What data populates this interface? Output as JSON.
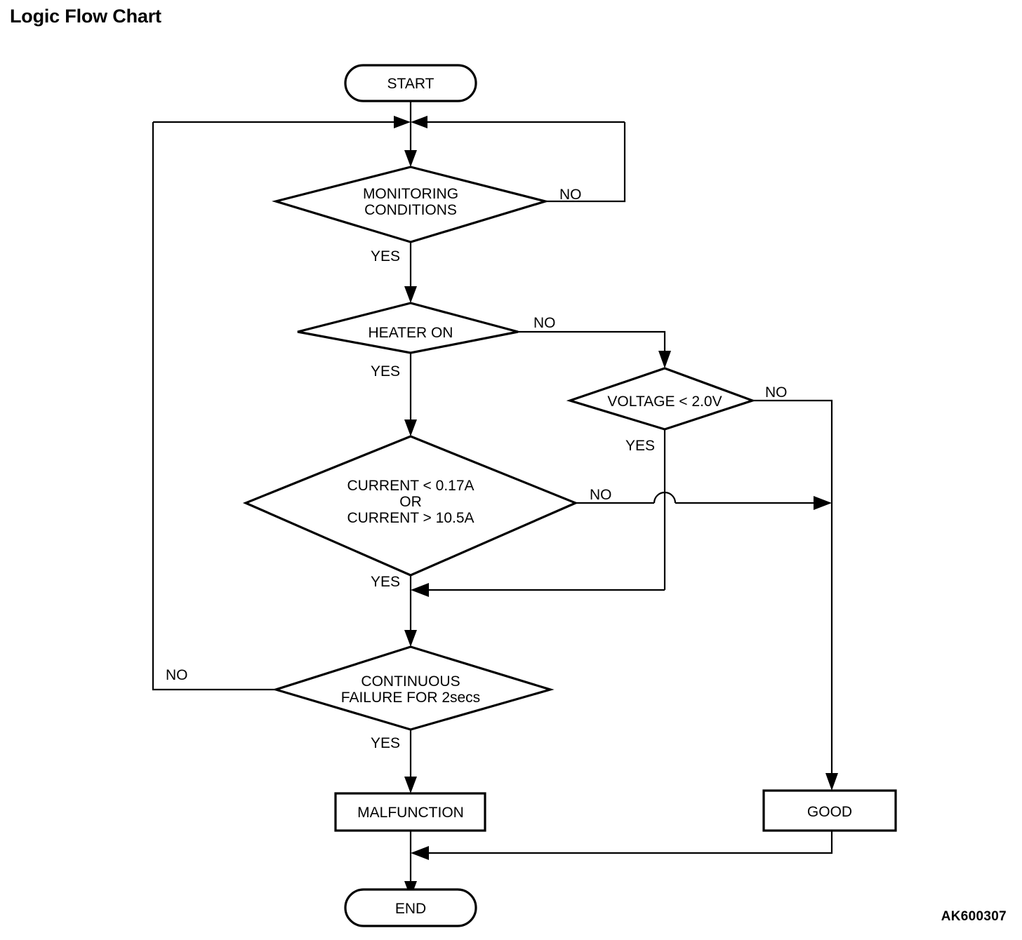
{
  "page": {
    "title": "Logic Flow Chart",
    "reference_code": "AK600307"
  },
  "chart_data": {
    "type": "diagram",
    "diagram_kind": "flowchart",
    "title": "Logic Flow Chart",
    "nodes": [
      {
        "id": "start",
        "shape": "terminator",
        "label": "START"
      },
      {
        "id": "monitoring",
        "shape": "decision",
        "label": "MONITORING CONDITIONS",
        "lines": [
          "MONITORING",
          "CONDITIONS"
        ]
      },
      {
        "id": "heater",
        "shape": "decision",
        "label": "HEATER ON",
        "lines": [
          "HEATER ON"
        ]
      },
      {
        "id": "voltage",
        "shape": "decision",
        "label": "VOLTAGE < 2.0V",
        "lines": [
          "VOLTAGE < 2.0V"
        ]
      },
      {
        "id": "current",
        "shape": "decision",
        "label": "CURRENT < 0.17A OR CURRENT > 10.5A",
        "lines": [
          "CURRENT < 0.17A",
          "OR",
          "CURRENT > 10.5A"
        ]
      },
      {
        "id": "continuous",
        "shape": "decision",
        "label": "CONTINUOUS FAILURE FOR 2secs",
        "lines": [
          "CONTINUOUS",
          "FAILURE FOR 2secs"
        ]
      },
      {
        "id": "malfunction",
        "shape": "process",
        "label": "MALFUNCTION"
      },
      {
        "id": "good",
        "shape": "process",
        "label": "GOOD"
      },
      {
        "id": "end",
        "shape": "terminator",
        "label": "END"
      }
    ],
    "edges": [
      {
        "from": "start",
        "to": "monitoring",
        "label": ""
      },
      {
        "from": "monitoring",
        "to": "monitoring",
        "label": "NO"
      },
      {
        "from": "monitoring",
        "to": "heater",
        "label": "YES"
      },
      {
        "from": "heater",
        "to": "voltage",
        "label": "NO"
      },
      {
        "from": "heater",
        "to": "current",
        "label": "YES"
      },
      {
        "from": "voltage",
        "to": "good",
        "label": "NO"
      },
      {
        "from": "voltage",
        "to": "continuous",
        "label": "YES"
      },
      {
        "from": "current",
        "to": "good",
        "label": "NO"
      },
      {
        "from": "current",
        "to": "continuous",
        "label": "YES"
      },
      {
        "from": "continuous",
        "to": "monitoring",
        "label": "NO"
      },
      {
        "from": "continuous",
        "to": "malfunction",
        "label": "YES"
      },
      {
        "from": "malfunction",
        "to": "end",
        "label": ""
      },
      {
        "from": "good",
        "to": "end",
        "label": ""
      }
    ]
  },
  "nodes": {
    "start": "START",
    "monitoring_line1": "MONITORING",
    "monitoring_line2": "CONDITIONS",
    "heater": "HEATER ON",
    "voltage": "VOLTAGE < 2.0V",
    "current_line1": "CURRENT < 0.17A",
    "current_line2": "OR",
    "current_line3": "CURRENT > 10.5A",
    "continuous_line1": "CONTINUOUS",
    "continuous_line2": "FAILURE FOR 2secs",
    "malfunction": "MALFUNCTION",
    "good": "GOOD",
    "end": "END"
  },
  "labels": {
    "monitoring_no": "NO",
    "monitoring_yes": "YES",
    "heater_no": "NO",
    "heater_yes": "YES",
    "voltage_no": "NO",
    "voltage_yes": "YES",
    "current_no": "NO",
    "current_yes": "YES",
    "continuous_no": "NO",
    "continuous_yes": "YES"
  },
  "colors": {
    "ink": "#000000",
    "paper": "#ffffff"
  }
}
